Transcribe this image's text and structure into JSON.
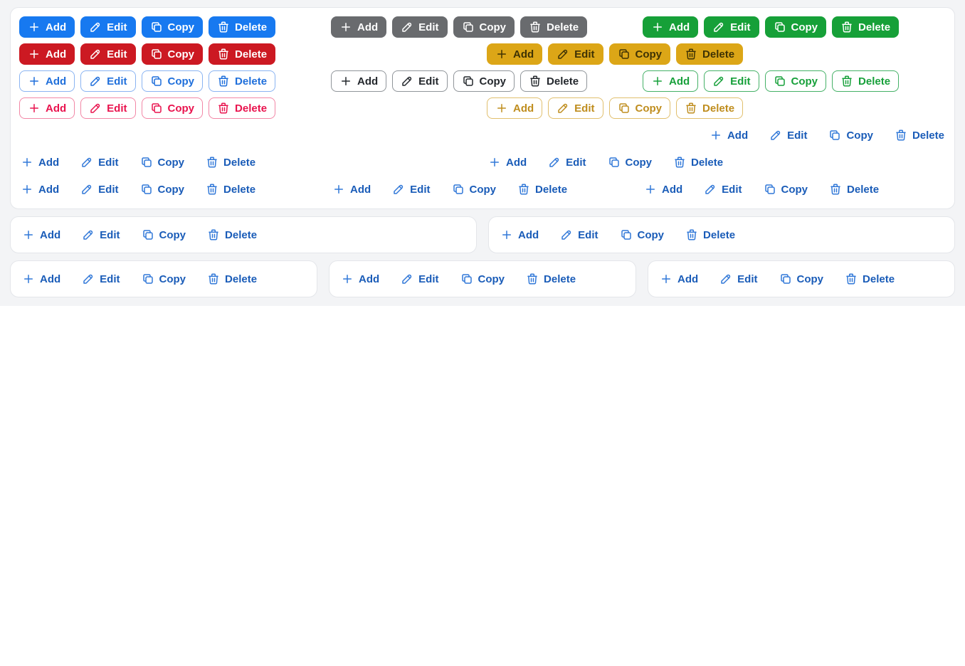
{
  "actions": {
    "add": "Add",
    "edit": "Edit",
    "copy": "Copy",
    "delete": "Delete"
  },
  "icons": {
    "add": "plus-icon",
    "edit": "pencil-icon",
    "copy": "copy-icon",
    "delete": "trash-icon"
  },
  "palette": {
    "solid_blue": "#1779f0",
    "solid_gray": "#696b6e",
    "solid_green": "#16a038",
    "solid_red": "#cc1922",
    "solid_gold": "#dca617",
    "solid_gold_text": "#3e3204",
    "outline_blue_text": "#1f6fdb",
    "outline_blue_border": "#8ab4f2",
    "outline_neutral_text": "#24282d",
    "outline_neutral_border": "#90959a",
    "outline_green_text": "#17a03a",
    "outline_green_border": "#45b167",
    "outline_red_text": "#e9134e",
    "outline_red_border": "#f287a6",
    "outline_gold_text": "#bf8d1e",
    "outline_gold_border": "#e1bf6d",
    "text_blue_label": "#1a5cb8",
    "text_blue_icon": "#3178d8",
    "page_background": "#f3f4f6",
    "card_background": "#ffffff",
    "card_border": "#e4e6ea"
  }
}
